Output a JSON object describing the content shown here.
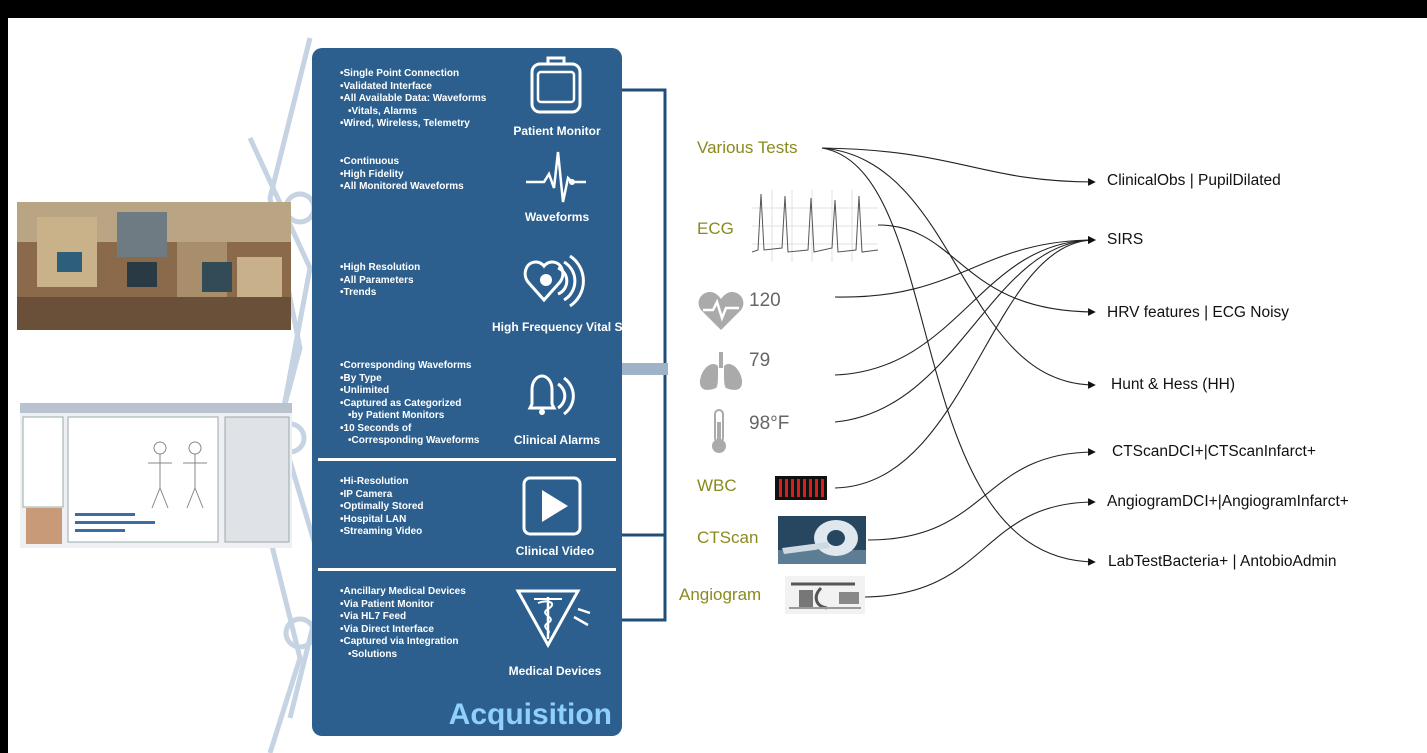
{
  "panel": {
    "title": "Acquisition",
    "sections": [
      {
        "label": "Patient Monitor",
        "icon": "patient-monitor-icon",
        "bullets": [
          "Single Point Connection",
          "Validated Interface",
          "All Available Data: Waveforms",
          "Vitals, Alarms",
          "Wired, Wireless, Telemetry"
        ]
      },
      {
        "label": "Waveforms",
        "icon": "waveform-icon",
        "bullets": [
          "Continuous",
          "High Fidelity",
          "All Monitored Waveforms"
        ]
      },
      {
        "label": "High Frequency Vital Signs",
        "icon": "heart-signal-icon",
        "bullets": [
          "High Resolution",
          "All Parameters",
          "Trends"
        ]
      },
      {
        "label": "Clinical Alarms",
        "icon": "alarm-bell-icon",
        "bullets": [
          "Corresponding Waveforms",
          "By Type",
          "Unlimited",
          "Captured as Categorized",
          "by Patient Monitors",
          "10 Seconds of",
          "Corresponding Waveforms"
        ]
      },
      {
        "label": "Clinical Video",
        "icon": "play-video-icon",
        "bullets": [
          "Hi-Resolution",
          "IP Camera",
          "Optimally Stored",
          "Hospital LAN",
          "Streaming Video"
        ]
      },
      {
        "label": "Medical Devices",
        "icon": "caduceus-icon",
        "bullets": [
          "Ancillary Medical Devices",
          "Via Patient Monitor",
          "Via HL7 Feed",
          "Via Direct Interface",
          "Captured via Integration",
          "Solutions"
        ]
      }
    ]
  },
  "inputs": {
    "various_tests": "Various Tests",
    "ecg": "ECG",
    "heart_rate": "120",
    "resp_rate": "79",
    "temperature": "98°F",
    "wbc": "WBC",
    "ctscan": "CTScan",
    "angiogram": "Angiogram"
  },
  "outcomes": [
    "ClinicalObs | PupilDilated",
    "SIRS",
    "HRV features | ECG Noisy",
    "Hunt & Hess (HH)",
    "CTScanDCI+|CTScanInfarct+",
    "AngiogramDCI+|AngiogramInfarct+",
    "LabTestBacteria+ | AntobioAdmin"
  ],
  "colors": {
    "panel_blue": "#2c5f8d",
    "acquisition_text": "#8fd0ff",
    "input_label_olive": "#8a8a20",
    "connector_line": "#1f4e79",
    "wbc_red": "#d61f1f"
  }
}
